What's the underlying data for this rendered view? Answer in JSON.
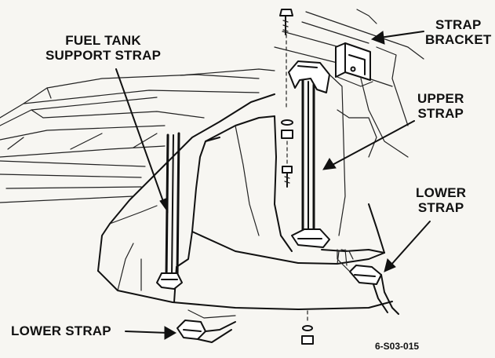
{
  "labels": {
    "fuel_tank_support_strap": [
      "FUEL TANK",
      "SUPPORT STRAP"
    ],
    "strap_bracket": [
      "STRAP",
      "BRACKET"
    ],
    "upper_strap": [
      "UPPER",
      "STRAP"
    ],
    "lower_strap_right": [
      "LOWER",
      "STRAP"
    ],
    "lower_strap_bottom": "LOWER STRAP"
  },
  "figure_code": "6-S03-015",
  "colors": {
    "line": "#111111",
    "paper": "#f7f6f2"
  }
}
